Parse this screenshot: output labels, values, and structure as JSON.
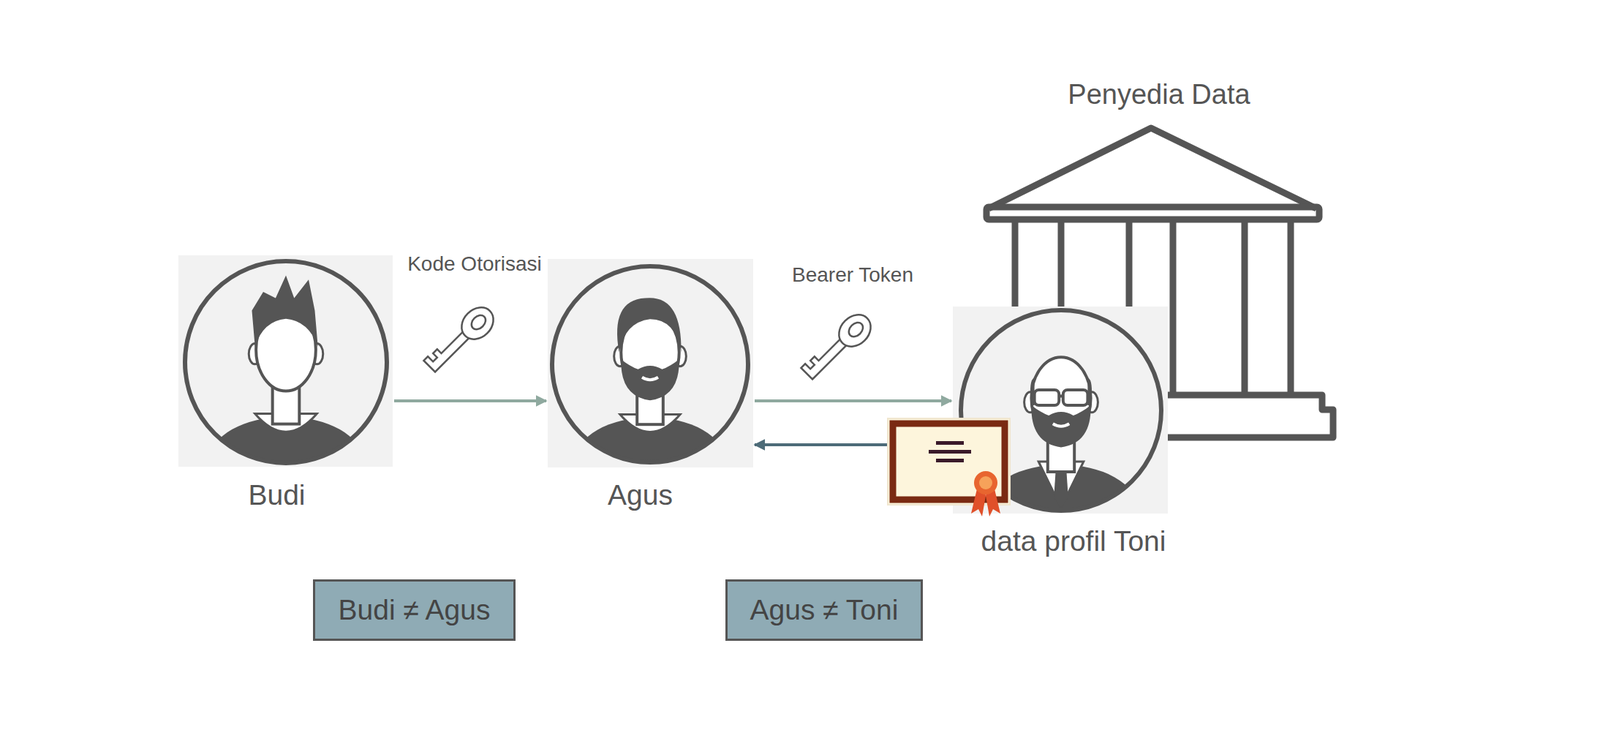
{
  "diagram": {
    "nodes": [
      {
        "text": [
          "Budi"
        ]
      },
      {
        "text": [
          "Agus"
        ]
      },
      {
        "text": [
          "data profil Toni"
        ]
      },
      {
        "text": [
          "Penyedia Data"
        ]
      },
      {
        "text": [
          "Budi ≠ Agus"
        ]
      },
      {
        "text": [
          "Agus ≠ Toni"
        ]
      }
    ],
    "edges": [
      {
        "from": 0,
        "to": 1,
        "label": "Kode Otorisasi",
        "arrow": "to"
      },
      {
        "from": 1,
        "to": 2,
        "label": "Bearer Token",
        "arrow": "to"
      },
      {
        "from": 2,
        "to": 1,
        "arrow": "to"
      }
    ]
  }
}
